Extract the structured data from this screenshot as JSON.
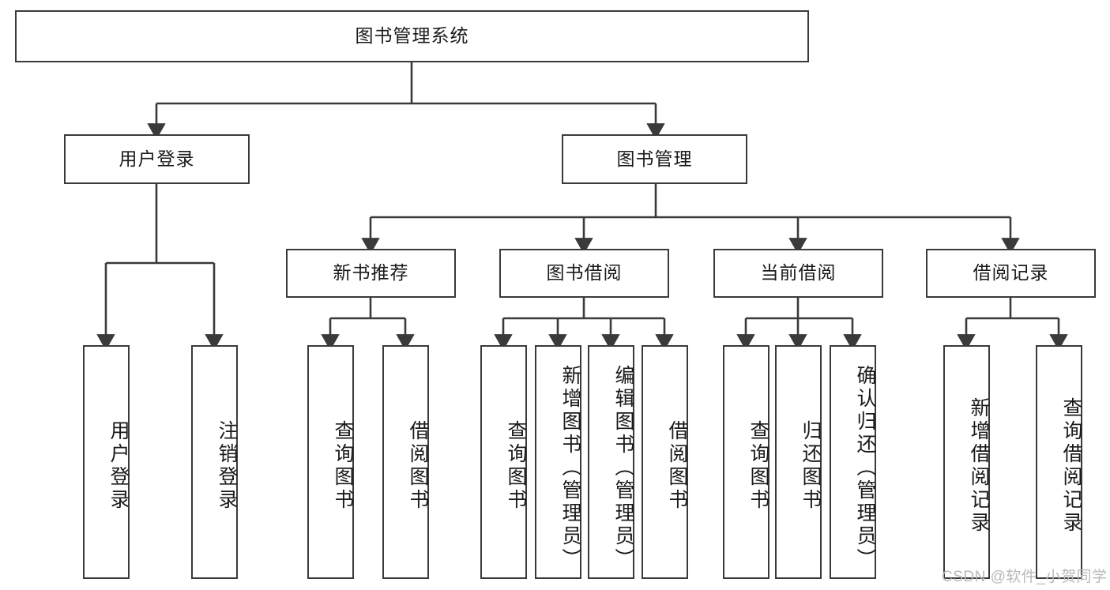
{
  "diagram": {
    "type": "hierarchy-tree",
    "orientation": "top-down",
    "colors": {
      "stroke": "#3a3a3a",
      "box_fill": "#ffffff",
      "text": "#1a1a1a",
      "background": "#ffffff",
      "watermark": "#b9b9b9"
    },
    "root": {
      "label": "图书管理系统"
    },
    "level2": [
      {
        "label": "用户登录"
      },
      {
        "label": "图书管理"
      }
    ],
    "level3": [
      {
        "label": "新书推荐"
      },
      {
        "label": "图书借阅"
      },
      {
        "label": "当前借阅"
      },
      {
        "label": "借阅记录"
      }
    ],
    "leaves": {
      "user_login": [
        {
          "label": "用户登录"
        },
        {
          "label": "注销登录"
        }
      ],
      "new_book_recommend": [
        {
          "label": "查询图书"
        },
        {
          "label": "借阅图书"
        }
      ],
      "book_borrow": [
        {
          "label": "查询图书"
        },
        {
          "label": "新增图书（管理员）"
        },
        {
          "label": "编辑图书（管理员）"
        },
        {
          "label": "借阅图书"
        }
      ],
      "current_borrow": [
        {
          "label": "查询图书"
        },
        {
          "label": "归还图书"
        },
        {
          "label": "确认归还（管理员）"
        }
      ],
      "borrow_record": [
        {
          "label": "新增借阅记录"
        },
        {
          "label": "查询借阅记录"
        }
      ]
    },
    "watermark": "CSDN @软件_小贺同学"
  }
}
